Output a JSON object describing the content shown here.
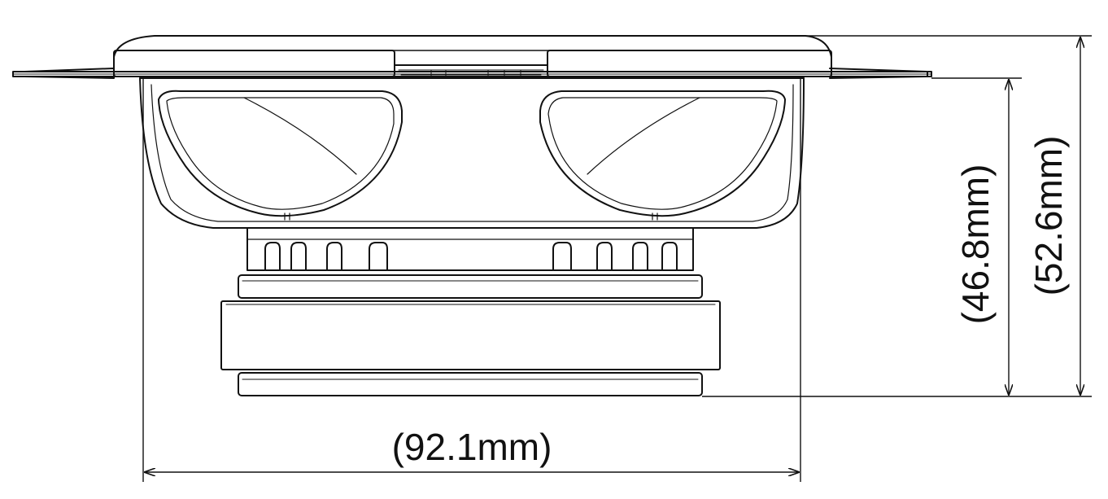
{
  "drawing": {
    "stroke_color": "#111111",
    "background_color": "#ffffff",
    "dimensions": {
      "width": "(92.1mm)",
      "mount_depth": "(46.8mm)",
      "total_depth": "(52.6mm)"
    }
  }
}
